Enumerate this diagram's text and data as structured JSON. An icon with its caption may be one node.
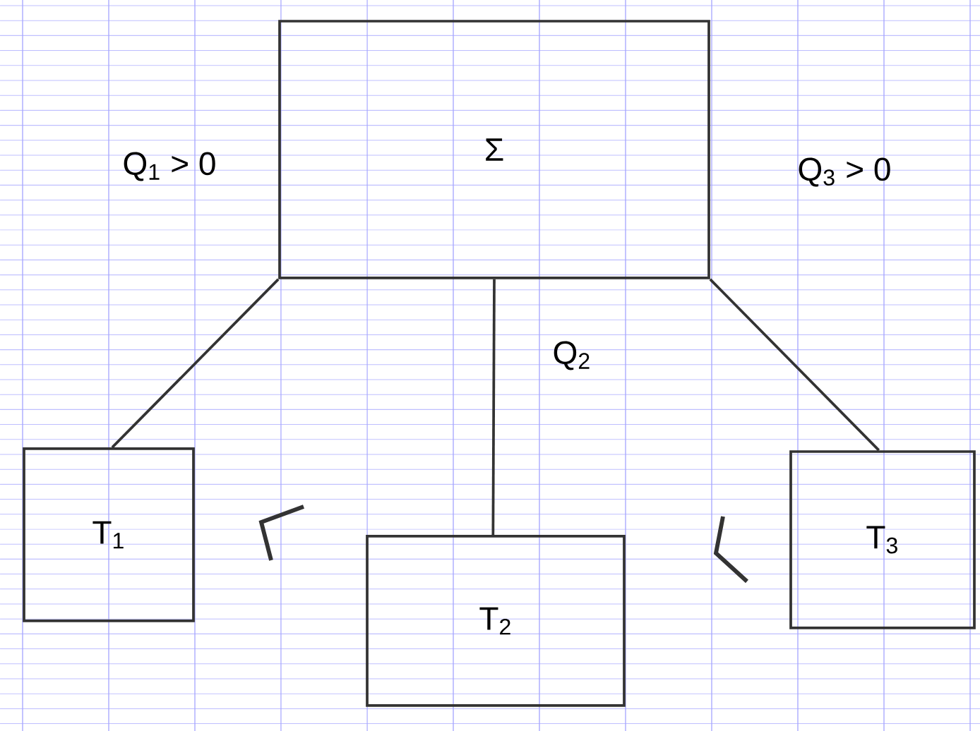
{
  "diagram": {
    "nodes": [
      {
        "text": [
          "Σ"
        ]
      },
      {
        "text": [
          "T$_{1}$"
        ]
      },
      {
        "text": [
          "T$_{2}$"
        ]
      },
      {
        "text": [
          "T$_{3}$"
        ]
      }
    ],
    "edges": [
      {
        "from": 0,
        "to": 1,
        "arrow": "none",
        "label": "Q$_{1}$ > 0"
      },
      {
        "from": 0,
        "to": 2,
        "arrow": "none",
        "label": "Q$_{2}$"
      },
      {
        "from": 0,
        "to": 3,
        "arrow": "none",
        "label": "Q$_{3}$ > 0"
      }
    ]
  }
}
